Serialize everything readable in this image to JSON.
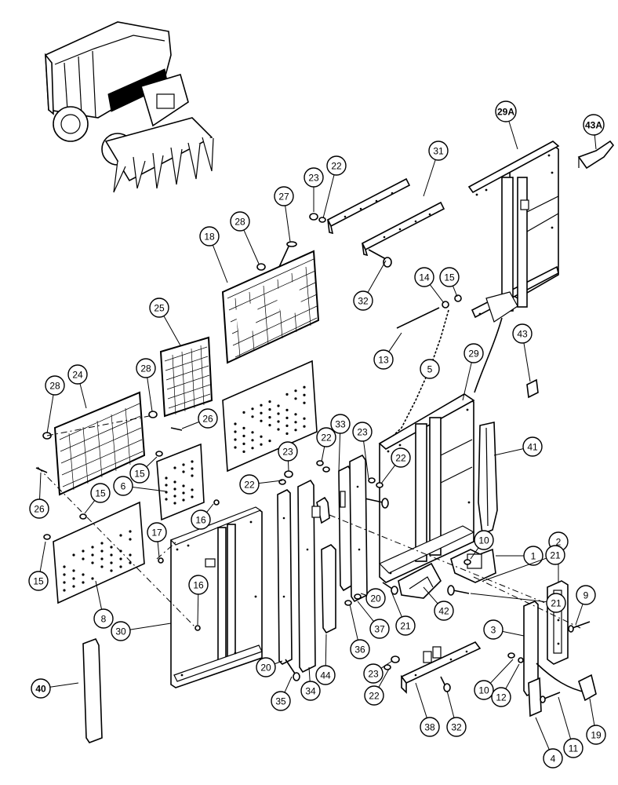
{
  "callouts": [
    {
      "label": "1"
    },
    {
      "label": "2"
    },
    {
      "label": "3"
    },
    {
      "label": "4"
    },
    {
      "label": "5"
    },
    {
      "label": "6"
    },
    {
      "label": "8"
    },
    {
      "label": "9"
    },
    {
      "label": "10"
    },
    {
      "label": "10"
    },
    {
      "label": "11"
    },
    {
      "label": "12"
    },
    {
      "label": "13"
    },
    {
      "label": "14"
    },
    {
      "label": "15"
    },
    {
      "label": "15"
    },
    {
      "label": "15"
    },
    {
      "label": "15"
    },
    {
      "label": "16"
    },
    {
      "label": "16"
    },
    {
      "label": "17"
    },
    {
      "label": "18"
    },
    {
      "label": "19"
    },
    {
      "label": "20"
    },
    {
      "label": "20"
    },
    {
      "label": "21"
    },
    {
      "label": "21"
    },
    {
      "label": "21"
    },
    {
      "label": "22"
    },
    {
      "label": "22"
    },
    {
      "label": "22"
    },
    {
      "label": "22"
    },
    {
      "label": "22"
    },
    {
      "label": "23"
    },
    {
      "label": "23"
    },
    {
      "label": "23"
    },
    {
      "label": "23"
    },
    {
      "label": "24"
    },
    {
      "label": "25"
    },
    {
      "label": "26"
    },
    {
      "label": "26"
    },
    {
      "label": "27"
    },
    {
      "label": "28"
    },
    {
      "label": "28"
    },
    {
      "label": "28"
    },
    {
      "label": "29"
    },
    {
      "label": "29A"
    },
    {
      "label": "30"
    },
    {
      "label": "31"
    },
    {
      "label": "32"
    },
    {
      "label": "32"
    },
    {
      "label": "33"
    },
    {
      "label": "34"
    },
    {
      "label": "35"
    },
    {
      "label": "36"
    },
    {
      "label": "37"
    },
    {
      "label": "38"
    },
    {
      "label": "40"
    },
    {
      "label": "41"
    },
    {
      "label": "42"
    },
    {
      "label": "43"
    },
    {
      "label": "43A"
    },
    {
      "label": "44"
    }
  ]
}
